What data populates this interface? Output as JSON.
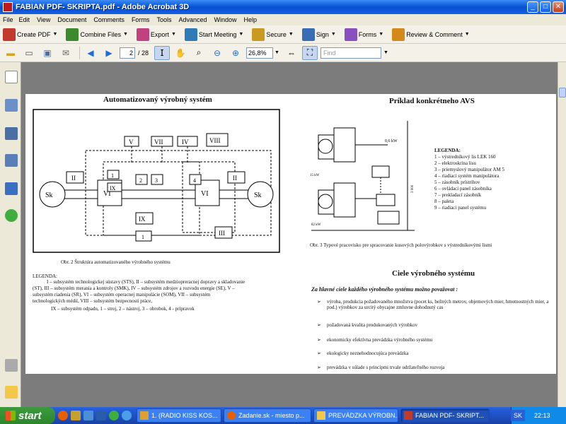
{
  "window": {
    "title": "FABIAN PDF- SKRIPTA.pdf - Adobe Acrobat 3D",
    "minimize": "_",
    "maximize": "□",
    "close": "✕"
  },
  "menu": [
    "File",
    "Edit",
    "View",
    "Document",
    "Comments",
    "Forms",
    "Tools",
    "Advanced",
    "Window",
    "Help"
  ],
  "task_toolbar": [
    {
      "label": "Create PDF",
      "icon": "create-pdf-icon",
      "color": "#c23a2b"
    },
    {
      "label": "Combine Files",
      "icon": "combine-files-icon",
      "color": "#3b8a2e"
    },
    {
      "label": "Export",
      "icon": "export-icon",
      "color": "#c04080"
    },
    {
      "label": "Start Meeting",
      "icon": "meeting-icon",
      "color": "#2e7bb8"
    },
    {
      "label": "Secure",
      "icon": "lock-icon",
      "color": "#c99a1f"
    },
    {
      "label": "Sign",
      "icon": "pen-icon",
      "color": "#3a6bb5"
    },
    {
      "label": "Forms",
      "icon": "forms-icon",
      "color": "#8a4fbf"
    },
    {
      "label": "Review & Comment",
      "icon": "review-icon",
      "color": "#d48a1a"
    }
  ],
  "nav_toolbar": {
    "page_current": "2",
    "page_total": "/ 28",
    "zoom": "26,8%",
    "find_placeholder": "Find"
  },
  "document": {
    "left_title": "Automatizovaný výrobný systém",
    "right_title": "Príklad konkrétneho AVS",
    "diagram_labels": {
      "sk_left": "Sk",
      "sk_right": "Sk",
      "ii_left": "II",
      "ii_right": "II",
      "vi_left": "VI",
      "vi_right": "VI",
      "v": "V",
      "vii": "VII",
      "iv": "IV",
      "viii": "VIII",
      "ix_top": "IX",
      "one_top": "1",
      "two": "2",
      "three": "3",
      "four": "4",
      "ix_bottom": "IX",
      "one_bottom": "1",
      "iii": "III"
    },
    "figure2_caption": "Obr. 2  Štruktúra automatizovaného výrobného systému",
    "legend_title": "LEGENDA:",
    "legend_lines": [
      "I – subsystém technologickej sústavy (STS), II – subsystém medziopreracnej dopravy a skladovanie",
      "(ST), III – subsystém merania a kontroly (SMK), IV – subsystém zdrojov a rozvodu energie (SE), V –",
      "subsystém riadenia (SR), VI – subsystém operacnej manipulácie (SOM), VII – subsystém",
      "technologických médií,  VIII – subsystém bezpecnosti práce,",
      "IX – subsystém odpadu, 1 – stroj, 2 – nástroj, 3 – obrobok, 4 - prípravok"
    ],
    "drawing_labels": {
      "power1": "0,6 kW",
      "power2": "15 kW",
      "power3": "82 kW",
      "dim": "3 000"
    },
    "right_legend_title": "LEGENDA:",
    "right_legend_items": [
      "1 – výstredníkový lis LEK 160",
      "2 – elektroskrina lisu",
      "3 – priemyslový manipulátor AM 5",
      "4 – riadiaci systém manipulátora",
      "5 – zásobník prístrihov",
      "6 – ovládací panel zásobníka",
      "7 – prekladací zásobník",
      "8 – paleta",
      "9 – riadiaci panel systému"
    ],
    "figure3_caption": "Obr. 3  Typové pracovisko pre spracovanie kusových polovýrobkov s výstredníkovými lismi",
    "goals_title": "Ciele výrobného systému",
    "goals_intro": "Za hlavné ciele každého výrobného systému možno považovat :",
    "goals": [
      "výroba, produkcia požadovaného množstva (pocet ks, bežných metrov, objemových mier, hmotnostných mier, a pod.) výrobkov za urcitý obycajne zmluvne dohodnutý cas",
      "požadovaná kvalita produkovaných výrobkov",
      "ekonomicky efektívna prevádzka výrobného systému",
      "ekologicky neznehodnocujúca prevádzka",
      "prevádzka v súlade s princípmi trvale udržateľného rozvoja"
    ]
  },
  "taskbar": {
    "start": "start",
    "tasks": [
      {
        "label": "1. (RADIO KISS KOS...",
        "active": false
      },
      {
        "label": "Zadanie.sk - miesto p...",
        "active": false
      },
      {
        "label": "PREVÁDZKA VÝROBN...",
        "active": false
      },
      {
        "label": "FABIAN PDF- SKRIPT...",
        "active": true
      }
    ],
    "language": "SK",
    "clock": "22:13"
  }
}
